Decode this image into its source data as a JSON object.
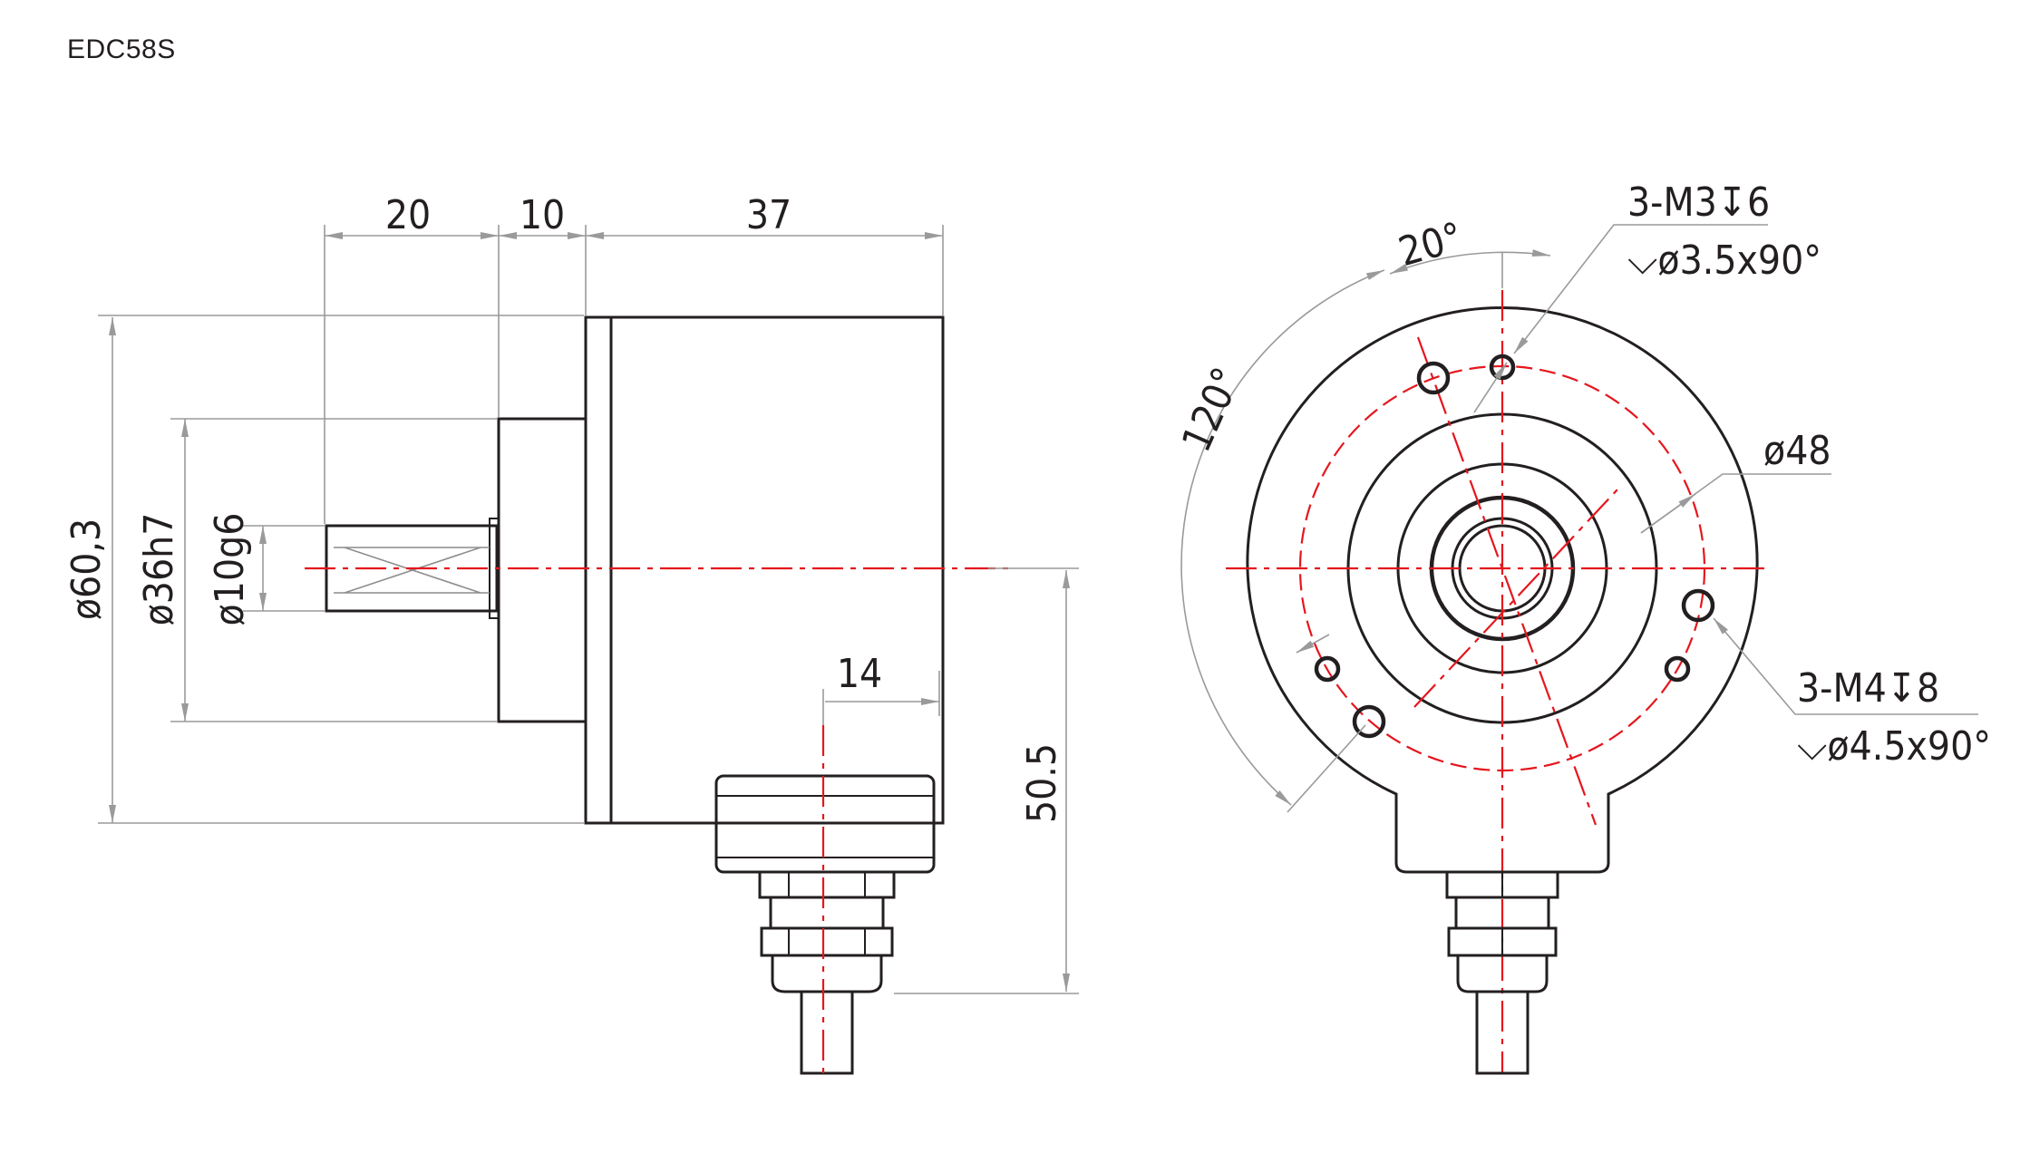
{
  "title": "EDC58S",
  "side_view": {
    "dim_shaft_length": "20",
    "dim_collar_length": "10",
    "dim_body_length": "37",
    "dim_body_diameter": "ø60,3",
    "dim_spigot_diameter": "ø36h7",
    "dim_shaft_diameter": "ø10g6",
    "dim_connector_offset": "14",
    "dim_connector_height": "50.5"
  },
  "front_view": {
    "dim_angle_small": "20°",
    "dim_angle_large": "120°",
    "dim_pitch_diameter": "ø48",
    "callout_m3_line1": "3-M3↧6",
    "callout_m3_line2": "⌵ø3.5x90°",
    "callout_m4_line1": "3-M4↧8",
    "callout_m4_line2": "⌵ø4.5x90°"
  },
  "colors": {
    "outline": "#231f20",
    "centerline": "#e5161d",
    "dimension": "#9a9a9a"
  }
}
